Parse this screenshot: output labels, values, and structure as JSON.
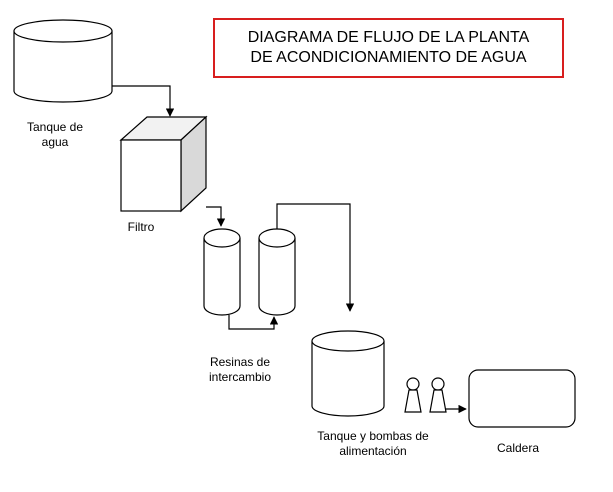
{
  "title": {
    "line1": "DIAGRAMA DE FLUJO DE LA PLANTA",
    "line2": "DE ACONDICIONAMIENTO DE AGUA"
  },
  "labels": {
    "water_tank": [
      "Tanque de",
      "agua"
    ],
    "filter": "Filtro",
    "resins": [
      "Resinas de",
      "intercambio"
    ],
    "feed_tank": [
      "Tanque y bombas de",
      "alimentación"
    ],
    "boiler": "Caldera"
  },
  "colors": {
    "title_border": "#d81e1e",
    "line": "#000000",
    "filter_side": "#d9d9d9",
    "filter_top": "#f2f2f2"
  }
}
